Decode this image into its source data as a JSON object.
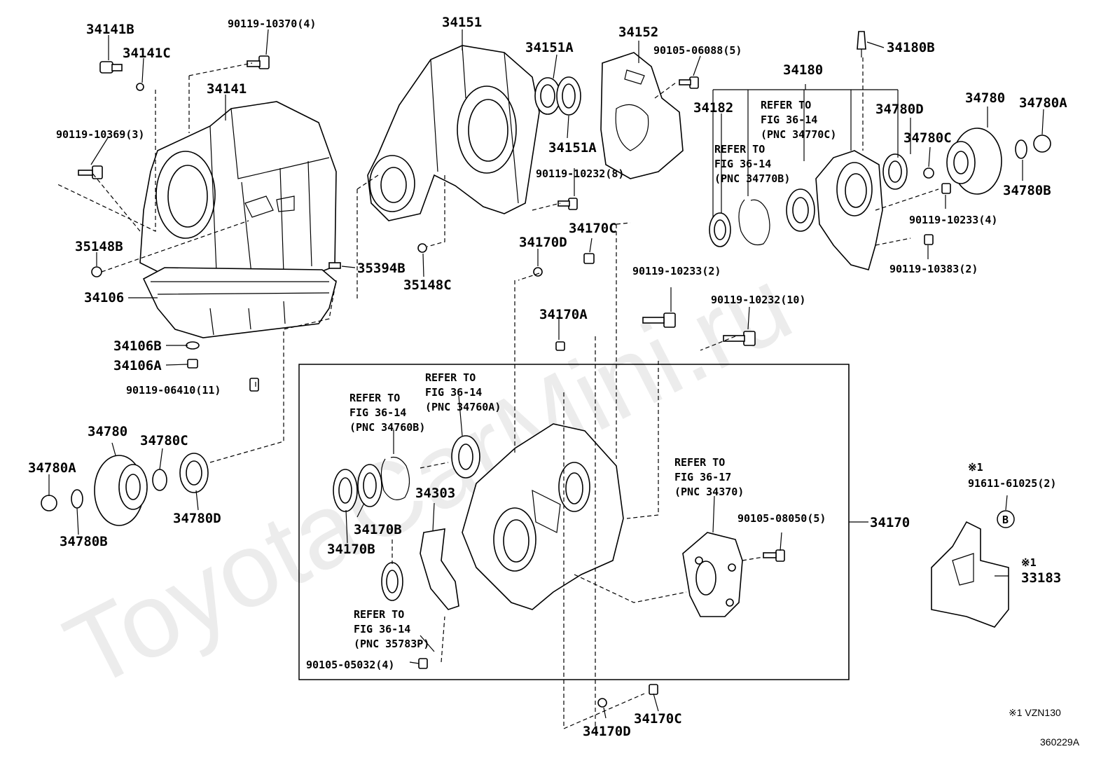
{
  "watermark": "ToyotaCarMini.ru",
  "labels": {
    "p34141B": "34141B",
    "p90119_10370": "90119-10370(4)",
    "p34141C": "34141C",
    "p34141": "34141",
    "p90119_10369": "90119-10369(3)",
    "p35148B": "35148B",
    "p34106": "34106",
    "p34106B": "34106B",
    "p34106A": "34106A",
    "p90119_06410": "90119-06410(11)",
    "p35394B": "35394B",
    "p35148C": "35148C",
    "p34151": "34151",
    "p34151A_top": "34151A",
    "p34151A_bot": "34151A",
    "p34152": "34152",
    "p90105_06088": "90105-06088(5)",
    "p90119_10232_8": "90119-10232(8)",
    "p34180B": "34180B",
    "p34180": "34180",
    "p34182": "34182",
    "p34780D_top": "34780D",
    "p34780_top": "34780",
    "p34780A_top": "34780A",
    "p34780C_top": "34780C",
    "p34780B_top": "34780B",
    "p90119_10233_4": "90119-10233(4)",
    "p90119_10383": "90119-10383(2)",
    "p34170C_top": "34170C",
    "p34170D_top": "34170D",
    "p90119_10233_2": "90119-10233(2)",
    "p90119_10232_10": "90119-10232(10)",
    "p34170A": "34170A",
    "p34780_left": "34780",
    "p34780C_left": "34780C",
    "p34780A_left": "34780A",
    "p34780B_left": "34780B",
    "p34780D_left": "34780D",
    "p34303": "34303",
    "p34170B_a": "34170B",
    "p34170B_b": "34170B",
    "p90105_05032": "90105-05032(4)",
    "p90105_08050": "90105-08050(5)",
    "p34170": "34170",
    "p34170D_bot": "34170D",
    "p34170C_bot": "34170C",
    "p91611": "91611-61025(2)",
    "p33183": "33183",
    "note_mark_a": "※1",
    "note_mark_b": "※1",
    "circle_b": "B"
  },
  "refers": {
    "r34770C": [
      "REFER TO",
      "FIG 36-14",
      "(PNC 34770C)"
    ],
    "r34770B": [
      "REFER TO",
      "FIG 36-14",
      "(PNC 34770B)"
    ],
    "r34760A": [
      "REFER TO",
      "FIG 36-14",
      "(PNC 34760A)"
    ],
    "r34760B": [
      "REFER TO",
      "FIG 36-14",
      "(PNC 34760B)"
    ],
    "r35783P": [
      "REFER TO",
      "FIG 36-14",
      "(PNC 35783P)"
    ],
    "r34370": [
      "REFER TO",
      "FIG 36-17",
      "(PNC 34370)"
    ]
  },
  "footnote": "※1 VZN130",
  "figure_id": "360229A"
}
